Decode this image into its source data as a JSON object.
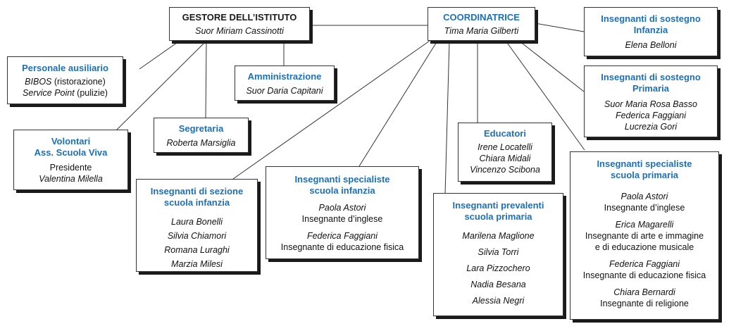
{
  "gestore": {
    "title": "GESTORE DELL’ISTITUTO",
    "name": "Suor Miriam Cassinotti"
  },
  "coordinatrice": {
    "title": "COORDINATRICE",
    "name": "Tima Maria Gilberti"
  },
  "sostegno_infanzia": {
    "title_1": "Insegnanti di sostegno",
    "title_2": "Infanzia",
    "name": "Elena Belloni"
  },
  "personale": {
    "title": "Personale ausiliario",
    "l1_name": "BIBOS",
    "l1_role": " (ristorazione)",
    "l2_name": "Service Point",
    "l2_role": " (pulizie)"
  },
  "amministrazione": {
    "title": "Amministrazione",
    "name": "Suor Daria Capitani"
  },
  "sostegno_primaria": {
    "title_1": "Insegnanti di sostegno",
    "title_2": "Primaria",
    "names": [
      "Suor Maria Rosa Basso",
      "Federica Faggiani",
      "Lucrezia Gori"
    ]
  },
  "volontari": {
    "title_1": "Volontari",
    "title_2": "Ass. Scuola Viva",
    "role": "Presidente",
    "name": "Valentina Milella"
  },
  "segretaria": {
    "title": "Segretaria",
    "name": "Roberta Marsiglia"
  },
  "educatori": {
    "title": "Educatori",
    "names": [
      "Irene Locatelli",
      "Chiara Midali",
      "Vincenzo Scibona"
    ]
  },
  "sezione_infanzia": {
    "title_1": "Insegnanti di sezione",
    "title_2": "scuola infanzia",
    "names": [
      "Laura Bonelli",
      "Silvia Chiamori",
      "Romana Luraghi",
      "Marzia Milesi"
    ]
  },
  "specialiste_infanzia": {
    "title_1": "Insegnanti specialiste",
    "title_2": "scuola infanzia",
    "p1_name": "Paola Astori",
    "p1_role": "Insegnante d’inglese",
    "p2_name": "Federica Faggiani",
    "p2_role": "Insegnante di educazione fisica"
  },
  "prevalenti_primaria": {
    "title_1": "Insegnanti prevalenti",
    "title_2": "scuola primaria",
    "names": [
      "Marilena Maglione",
      "Silvia Torri",
      "Lara Pizzochero",
      "Nadia Besana",
      "Alessia Negri"
    ]
  },
  "specialiste_primaria": {
    "title_1": "Insegnanti specialiste",
    "title_2": "scuola primaria",
    "p1_name": "Paola Astori",
    "p1_role": "Insegnante d’inglese",
    "p2_name": "Erica Magarelli",
    "p2_role_1": "Insegnante di arte e immagine",
    "p2_role_2": "e di educazione musicale",
    "p3_name": "Federica Faggiani",
    "p3_role": "Insegnante di educazione fisica",
    "p4_name": "Chiara Bernardi",
    "p4_role": "Insegnante di religione"
  }
}
